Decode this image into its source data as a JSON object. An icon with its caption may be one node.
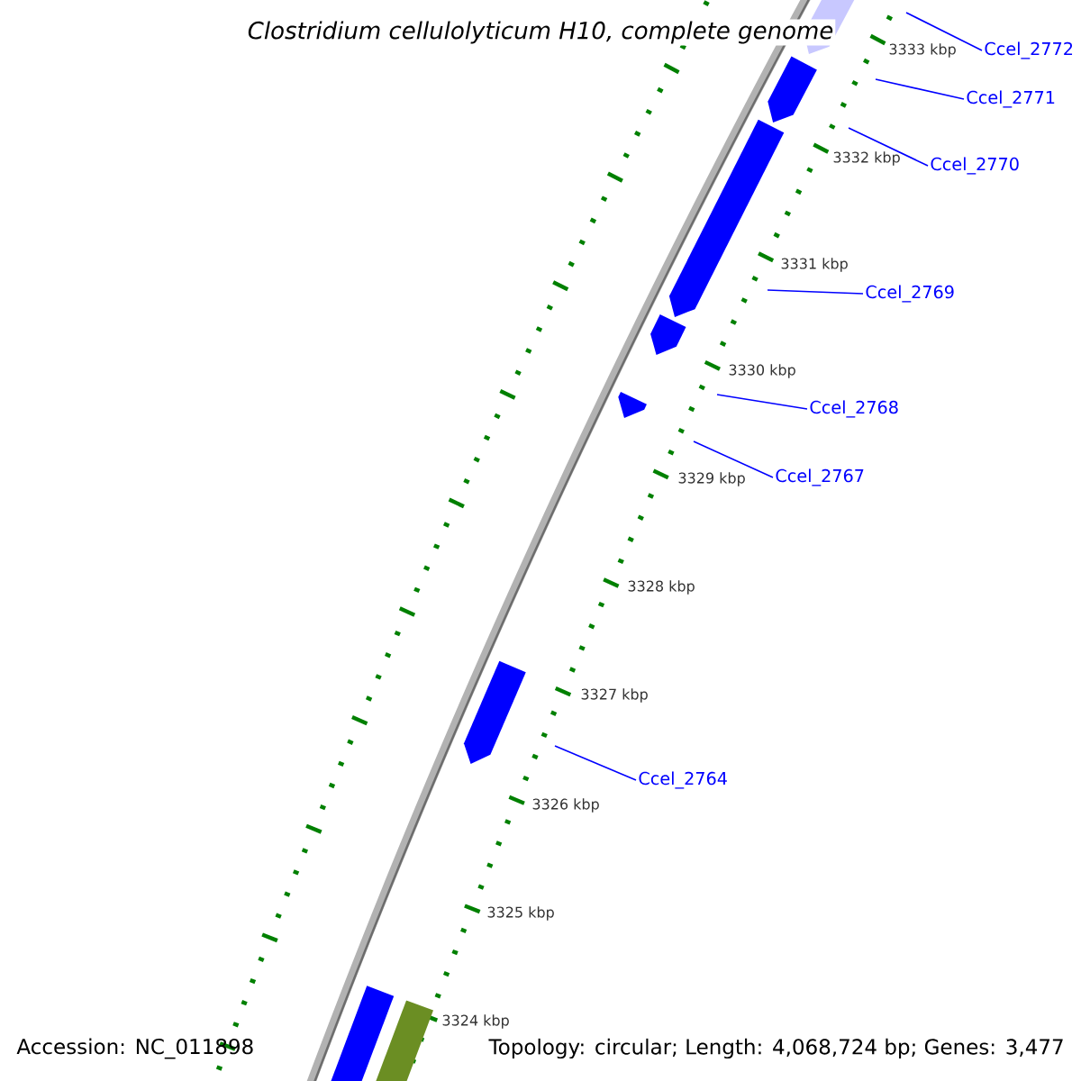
{
  "diagram": {
    "title": "Clostridium cellulolyticum H10, complete genome",
    "nodes": [
      {
        "text": [
          "Ccel_2772"
        ]
      },
      {
        "text": [
          "Ccel_2771"
        ]
      },
      {
        "text": [
          "Ccel_2770"
        ]
      },
      {
        "text": [
          "Ccel_2769"
        ]
      },
      {
        "text": [
          "Ccel_2768"
        ]
      },
      {
        "text": [
          "Ccel_2767"
        ]
      },
      {
        "text": [
          "Ccel_2764"
        ]
      }
    ],
    "edges": [
      {
        "from": 0,
        "to": null,
        "arrow": "none"
      },
      {
        "from": 1,
        "to": null,
        "arrow": "none"
      },
      {
        "from": 2,
        "to": null,
        "arrow": "none"
      },
      {
        "from": 3,
        "to": null,
        "arrow": "none"
      },
      {
        "from": 4,
        "to": null,
        "arrow": "none"
      },
      {
        "from": 5,
        "to": null,
        "arrow": "none"
      },
      {
        "from": 6,
        "to": null,
        "arrow": "none"
      }
    ],
    "labels": [
      "3333 kbp",
      "3332 kbp",
      "3331 kbp",
      "3330 kbp",
      "3329 kbp",
      "3328 kbp",
      "3327 kbp",
      "3326 kbp",
      "3325 kbp",
      "3324 kbp",
      "Accession: NC_011898",
      "Topology: circular; Length: 4,068,724 bp; Genes: 3,477"
    ]
  }
}
